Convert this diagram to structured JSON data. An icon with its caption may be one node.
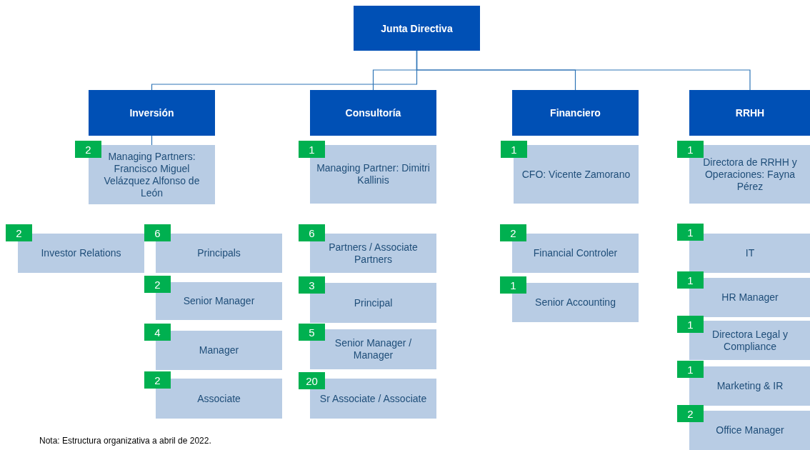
{
  "diagram": {
    "nodes": [
      {
        "text": [
          "Junta Directiva"
        ]
      },
      {
        "text": [
          "Inversión"
        ]
      },
      {
        "text": [
          "Consultoría"
        ]
      },
      {
        "text": [
          "Financiero"
        ]
      },
      {
        "text": [
          "RRHH"
        ]
      },
      {
        "text": [
          "2"
        ]
      },
      {
        "text": [
          "Managing Partners: Francisco Miguel Velázquez Alfonso de León"
        ]
      },
      {
        "text": [
          "1"
        ]
      },
      {
        "text": [
          "Managing Partner: Dimitri Kallinis"
        ]
      },
      {
        "text": [
          "1"
        ]
      },
      {
        "text": [
          "CFO: Vicente Zamorano"
        ]
      },
      {
        "text": [
          "1"
        ]
      },
      {
        "text": [
          "Directora de RRHH y Operaciones: Fayna Pérez"
        ]
      },
      {
        "text": [
          "2"
        ]
      },
      {
        "text": [
          "Investor Relations"
        ]
      },
      {
        "text": [
          "6"
        ]
      },
      {
        "text": [
          "Principals"
        ]
      },
      {
        "text": [
          "6"
        ]
      },
      {
        "text": [
          "Partners / Associate Partners"
        ]
      },
      {
        "text": [
          "2"
        ]
      },
      {
        "text": [
          "Financial Controler"
        ]
      },
      {
        "text": [
          "1"
        ]
      },
      {
        "text": [
          "IT"
        ]
      },
      {
        "text": [
          "2"
        ]
      },
      {
        "text": [
          "Senior Manager"
        ]
      },
      {
        "text": [
          "3"
        ]
      },
      {
        "text": [
          "Principal"
        ]
      },
      {
        "text": [
          "1"
        ]
      },
      {
        "text": [
          "Senior Accounting"
        ]
      },
      {
        "text": [
          "1"
        ]
      },
      {
        "text": [
          "HR Manager"
        ]
      },
      {
        "text": [
          "4"
        ]
      },
      {
        "text": [
          "Manager"
        ]
      },
      {
        "text": [
          "5"
        ]
      },
      {
        "text": [
          "Senior Manager / Manager"
        ]
      },
      {
        "text": [
          "1"
        ]
      },
      {
        "text": [
          "Directora Legal y Compliance"
        ]
      },
      {
        "text": [
          "2"
        ]
      },
      {
        "text": [
          "Associate"
        ]
      },
      {
        "text": [
          "20"
        ]
      },
      {
        "text": [
          "Sr Associate / Associate"
        ]
      },
      {
        "text": [
          "1"
        ]
      },
      {
        "text": [
          "Marketing & IR"
        ]
      },
      {
        "text": [
          "2"
        ]
      },
      {
        "text": [
          "Office Manager"
        ]
      }
    ],
    "edges": [
      {
        "from": 0,
        "to": 1,
        "arrow": "none"
      },
      {
        "from": 0,
        "to": 2,
        "arrow": "none"
      },
      {
        "from": 0,
        "to": 3,
        "arrow": "none"
      },
      {
        "from": 0,
        "to": 4,
        "arrow": "none"
      },
      {
        "from": 1,
        "to": 6,
        "arrow": "none"
      }
    ],
    "labels": [
      "Nota: Estructura organizativa a abril de 2022."
    ]
  }
}
